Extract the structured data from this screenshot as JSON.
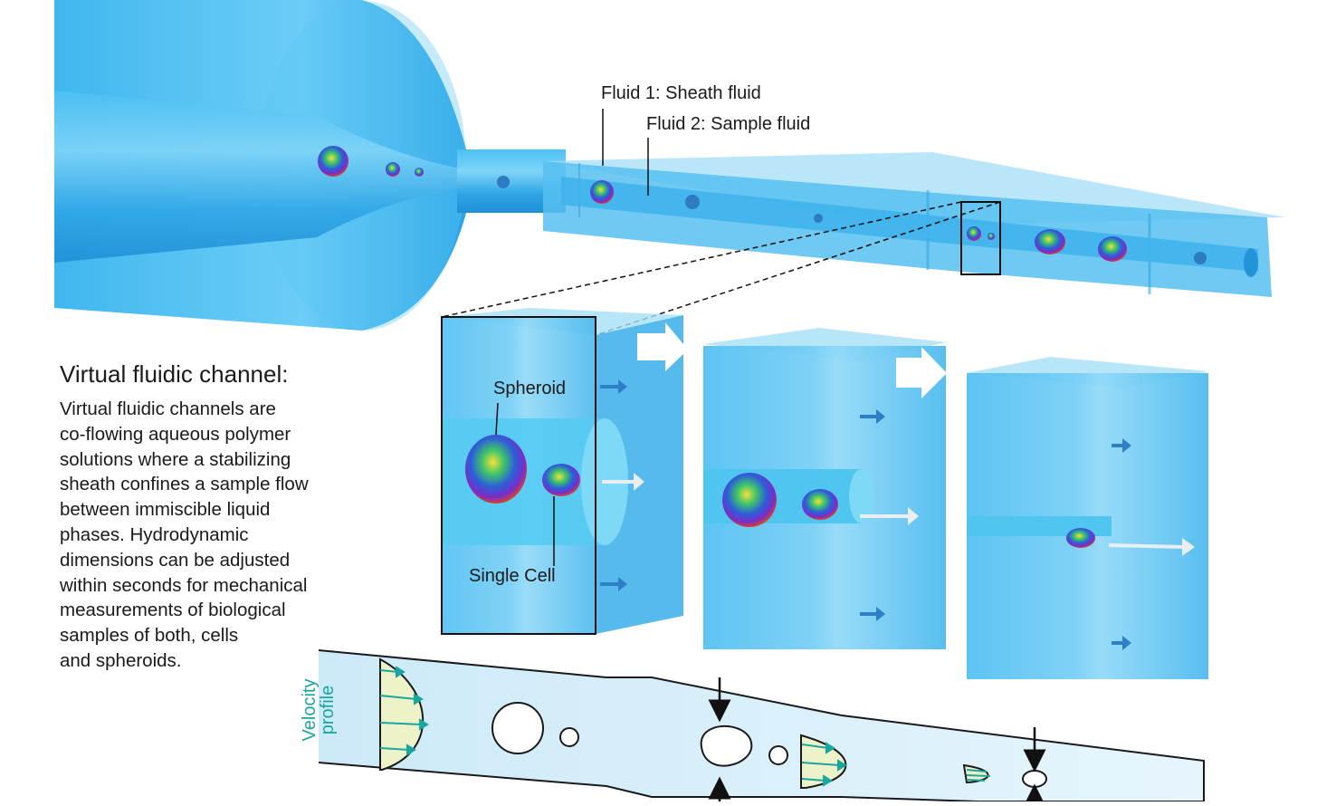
{
  "labels": {
    "fluid1": "Fluid 1: Sheath fluid",
    "fluid2": "Fluid 2: Sample fluid",
    "spheroid": "Spheroid",
    "single_cell": "Single Cell",
    "velocity_profile": "Velocity\nprofile"
  },
  "side_text": {
    "title": "Virtual fluidic channel:",
    "body": "Virtual fluidic channels are\nco-flowing aqueous polymer\nsolutions where a stabilizing\nsheath confines a sample flow\nbetween immiscible liquid\nphases. Hydrodynamic\ndimensions can be adjusted\nwithin seconds for mechanical\nmeasurements of biological\nsamples of both, cells\nand spheroids."
  },
  "colors": {
    "channel_blue": "#3db5ee",
    "sheath_light": "#8fd6f7",
    "sample_core": "#52c9f0",
    "arrow_blue": "#2f7fc6",
    "velocity_green": "#1aa6a0",
    "profile_fill": "#eef2c8"
  }
}
